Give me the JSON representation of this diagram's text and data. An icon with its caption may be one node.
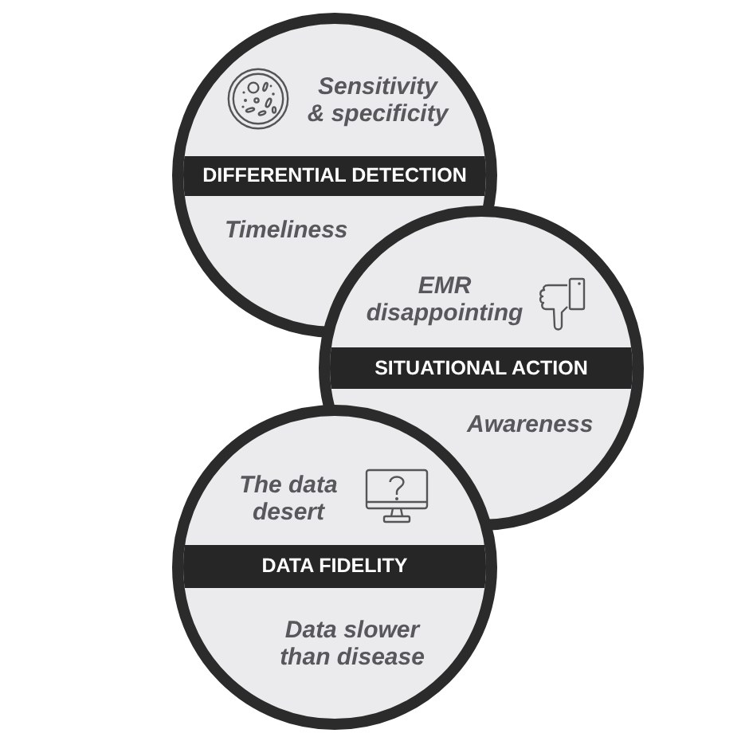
{
  "diagram": {
    "nodes": [
      {
        "text": [
          "Sensitivity & specificity",
          "Timeliness"
        ]
      },
      {
        "text": [
          "DIFFERENTIAL DETECTION"
        ],
        "in": 0
      },
      {
        "text": [
          "EMR disappointing",
          "Awareness"
        ]
      },
      {
        "text": [
          "SITUATIONAL ACTION"
        ],
        "in": 2
      },
      {
        "text": [
          "The data desert",
          "Data slower than disease"
        ]
      },
      {
        "text": [
          "DATA FIDELITY"
        ],
        "in": 4
      }
    ]
  }
}
